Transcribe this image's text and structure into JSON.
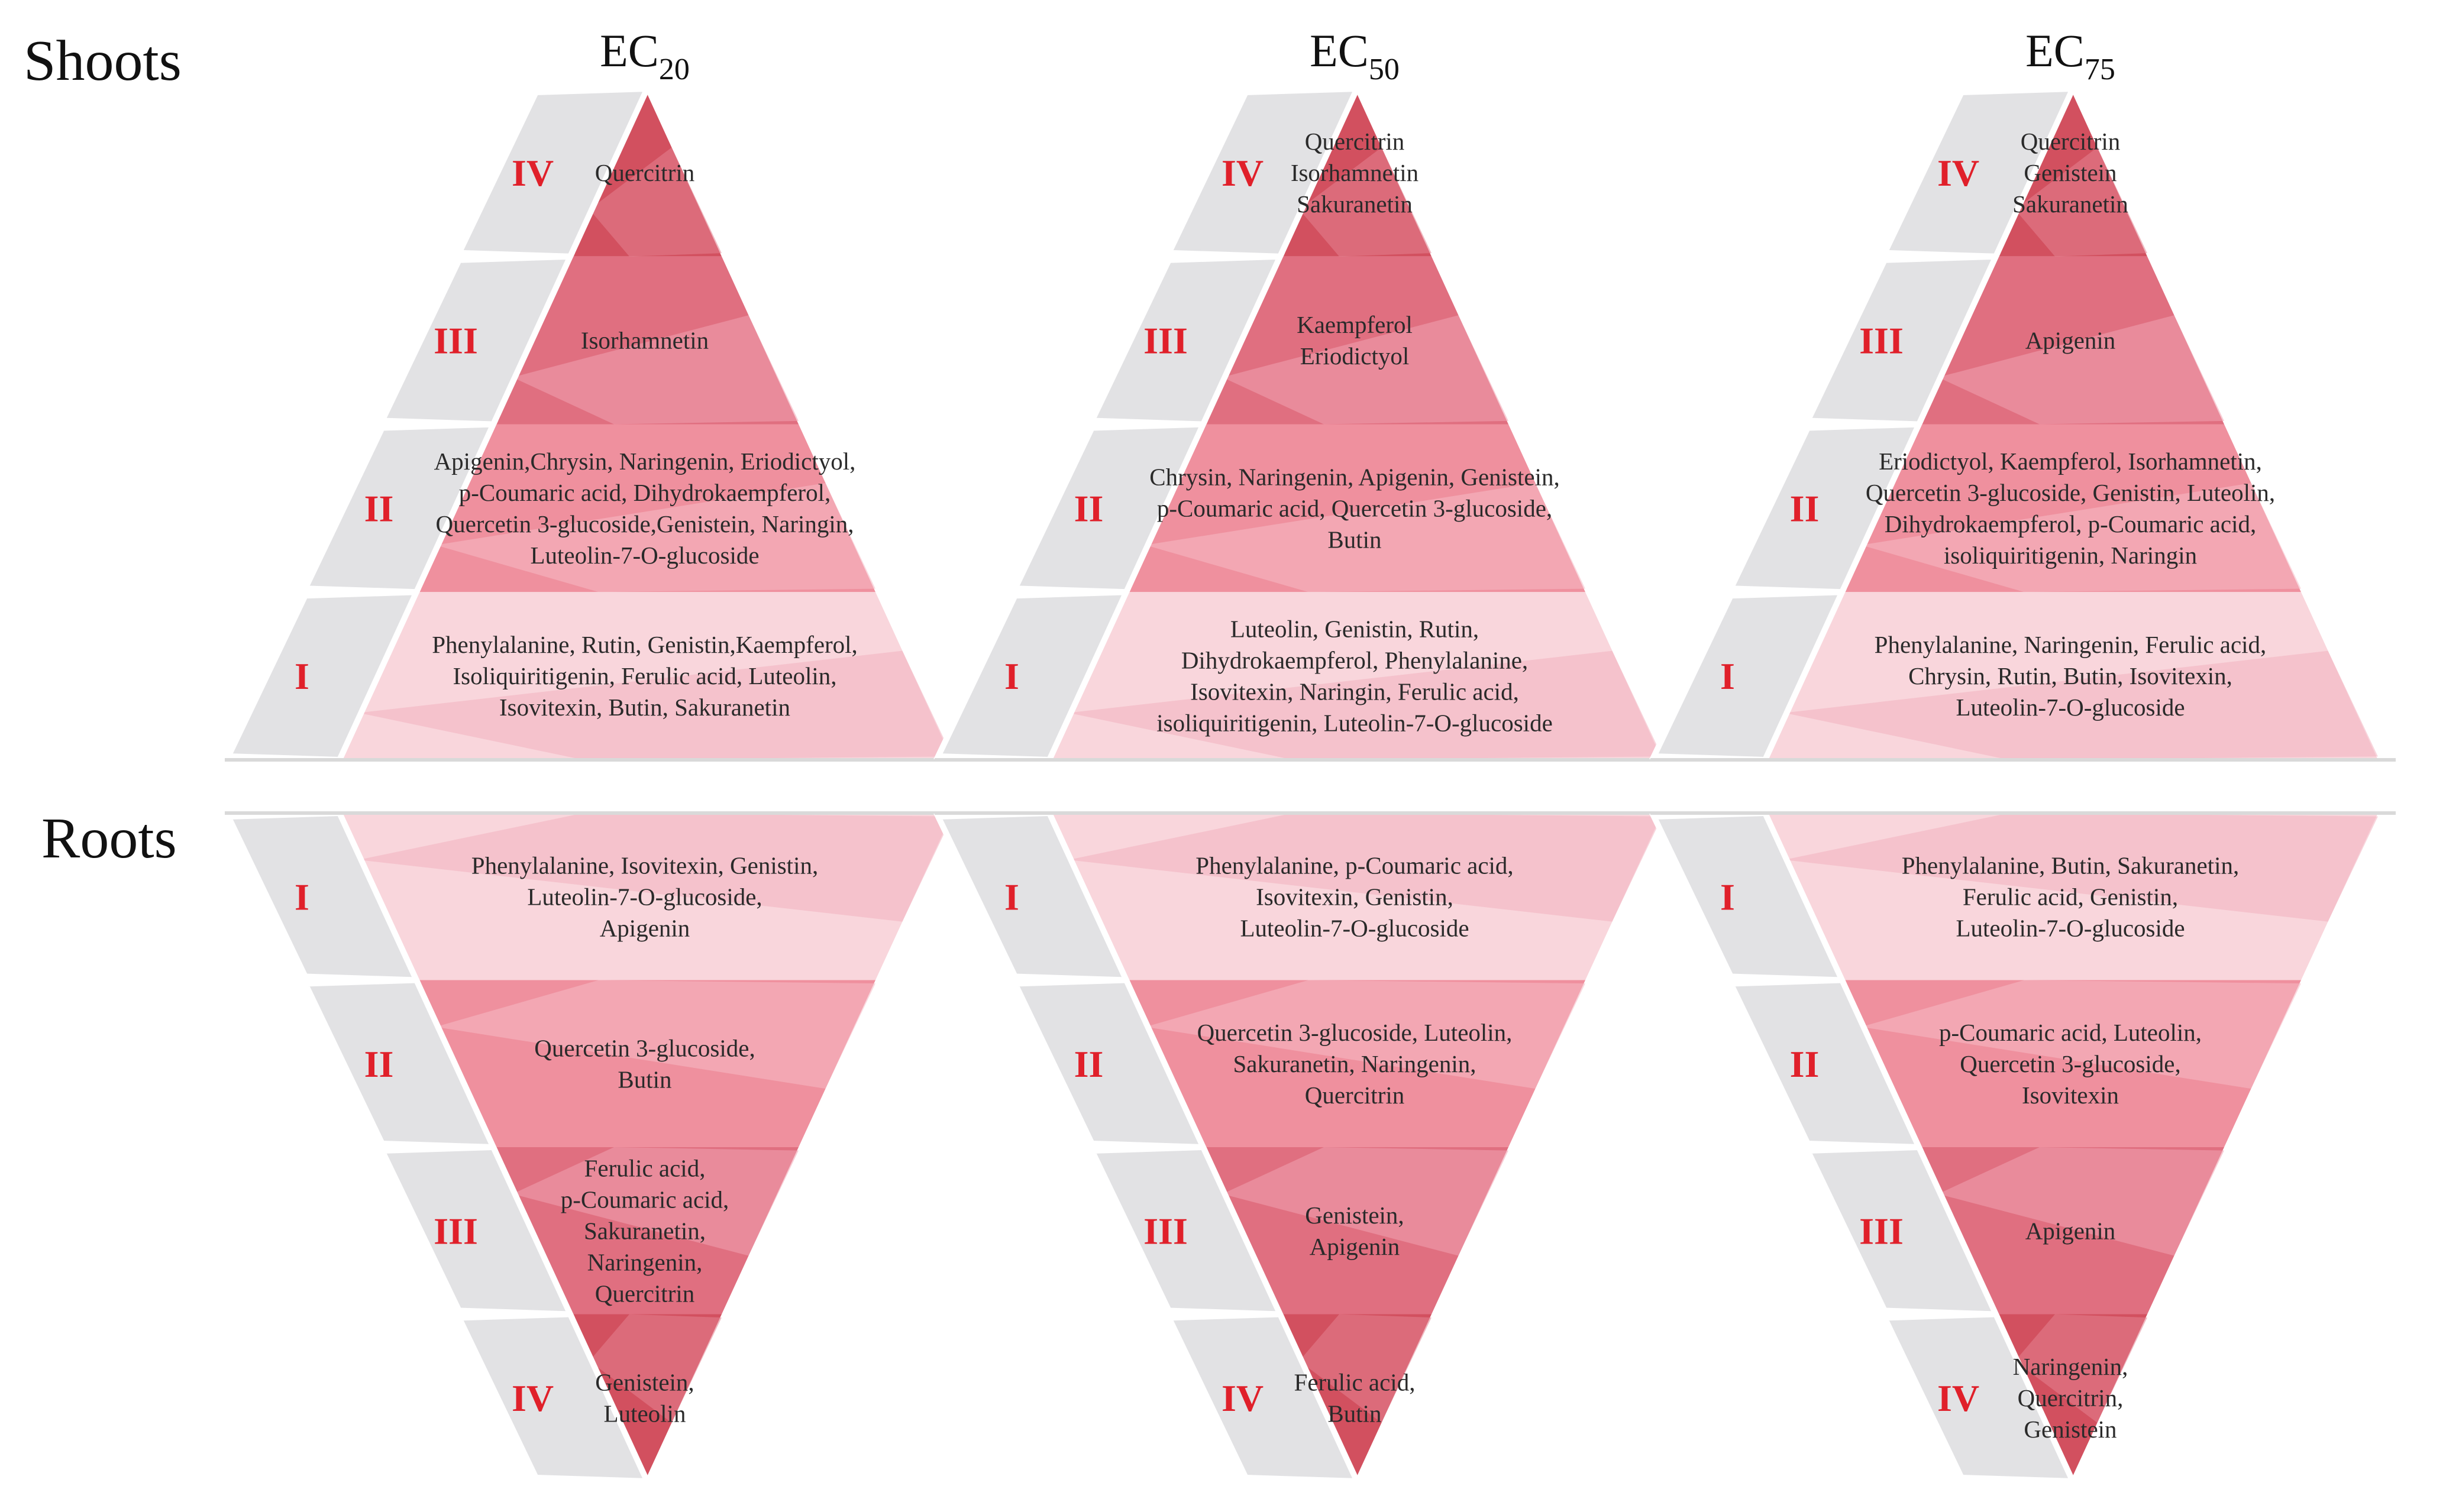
{
  "row_labels": {
    "shoots": "Shoots",
    "roots": "Roots"
  },
  "columns": [
    {
      "base": "EC",
      "sub": "20"
    },
    {
      "base": "EC",
      "sub": "50"
    },
    {
      "base": "EC",
      "sub": "75"
    }
  ],
  "colors": {
    "tier_I": "#f9d6dc",
    "tier_I_band": "#f2b3bf",
    "tier_II": "#ef909e",
    "tier_II_band": "#f5b9c4",
    "tier_III": "#e06f80",
    "tier_III_band": "#f0a3b0",
    "tier_IV": "#d2505f",
    "tier_IV_band": "#e4818f",
    "side_panel": "#e2e2e4",
    "roman": "#e0202a"
  },
  "shoots": [
    {
      "tiers": [
        {
          "label": "IV",
          "lines": [
            "Quercitrin"
          ]
        },
        {
          "label": "III",
          "lines": [
            "Isorhamnetin"
          ]
        },
        {
          "label": "II",
          "lines": [
            "Apigenin,Chrysin, Naringenin, Eriodictyol,",
            "p-Coumaric acid, Dihydrokaempferol,",
            "Quercetin 3-glucoside,Genistein, Naringin,",
            "Luteolin-7-O-glucoside"
          ]
        },
        {
          "label": "I",
          "lines": [
            "Phenylalanine, Rutin, Genistin,Kaempferol,",
            "Isoliquiritigenin, Ferulic acid, Luteolin,",
            "Isovitexin, Butin, Sakuranetin"
          ]
        }
      ]
    },
    {
      "tiers": [
        {
          "label": "IV",
          "lines": [
            "Quercitrin",
            "Isorhamnetin",
            "Sakuranetin"
          ]
        },
        {
          "label": "III",
          "lines": [
            "Kaempferol",
            "Eriodictyol"
          ]
        },
        {
          "label": "II",
          "lines": [
            "Chrysin, Naringenin, Apigenin, Genistein,",
            "p-Coumaric acid, Quercetin 3-glucoside,",
            "Butin"
          ]
        },
        {
          "label": "I",
          "lines": [
            "Luteolin, Genistin, Rutin,",
            "Dihydrokaempferol, Phenylalanine,",
            "Isovitexin, Naringin, Ferulic acid,",
            "isoliquiritigenin, Luteolin-7-O-glucoside"
          ]
        }
      ]
    },
    {
      "tiers": [
        {
          "label": "IV",
          "lines": [
            "Quercitrin",
            "Genistein",
            "Sakuranetin"
          ]
        },
        {
          "label": "III",
          "lines": [
            "Apigenin"
          ]
        },
        {
          "label": "II",
          "lines": [
            "Eriodictyol, Kaempferol, Isorhamnetin,",
            "Quercetin 3-glucoside, Genistin, Luteolin,",
            "Dihydrokaempferol, p-Coumaric acid,",
            "isoliquiritigenin, Naringin"
          ]
        },
        {
          "label": "I",
          "lines": [
            "Phenylalanine, Naringenin, Ferulic acid,",
            "Chrysin, Rutin, Butin, Isovitexin,",
            "Luteolin-7-O-glucoside"
          ]
        }
      ]
    }
  ],
  "roots": [
    {
      "tiers": [
        {
          "label": "I",
          "lines": [
            "Phenylalanine, Isovitexin, Genistin,",
            "Luteolin-7-O-glucoside,",
            "Apigenin"
          ]
        },
        {
          "label": "II",
          "lines": [
            "Quercetin 3-glucoside,",
            "Butin"
          ]
        },
        {
          "label": "III",
          "lines": [
            "Ferulic acid,",
            "p-Coumaric acid,",
            "Sakuranetin,",
            "Naringenin,",
            "Quercitrin"
          ]
        },
        {
          "label": "IV",
          "lines": [
            "Genistein,",
            "Luteolin"
          ]
        }
      ]
    },
    {
      "tiers": [
        {
          "label": "I",
          "lines": [
            "Phenylalanine, p-Coumaric acid,",
            "Isovitexin, Genistin,",
            "Luteolin-7-O-glucoside"
          ]
        },
        {
          "label": "II",
          "lines": [
            "Quercetin 3-glucoside, Luteolin,",
            "Sakuranetin, Naringenin,",
            "Quercitrin"
          ]
        },
        {
          "label": "III",
          "lines": [
            "Genistein,",
            "Apigenin"
          ]
        },
        {
          "label": "IV",
          "lines": [
            "Ferulic acid,",
            "Butin"
          ]
        }
      ]
    },
    {
      "tiers": [
        {
          "label": "I",
          "lines": [
            "Phenylalanine, Butin, Sakuranetin,",
            "Ferulic acid, Genistin,",
            "Luteolin-7-O-glucoside"
          ]
        },
        {
          "label": "II",
          "lines": [
            "p-Coumaric acid, Luteolin,",
            "Quercetin 3-glucoside,",
            "Isovitexin"
          ]
        },
        {
          "label": "III",
          "lines": [
            "Apigenin"
          ]
        },
        {
          "label": "IV",
          "lines": [
            "Naringenin,",
            "Quercitrin,",
            "Genistein"
          ]
        }
      ]
    }
  ]
}
